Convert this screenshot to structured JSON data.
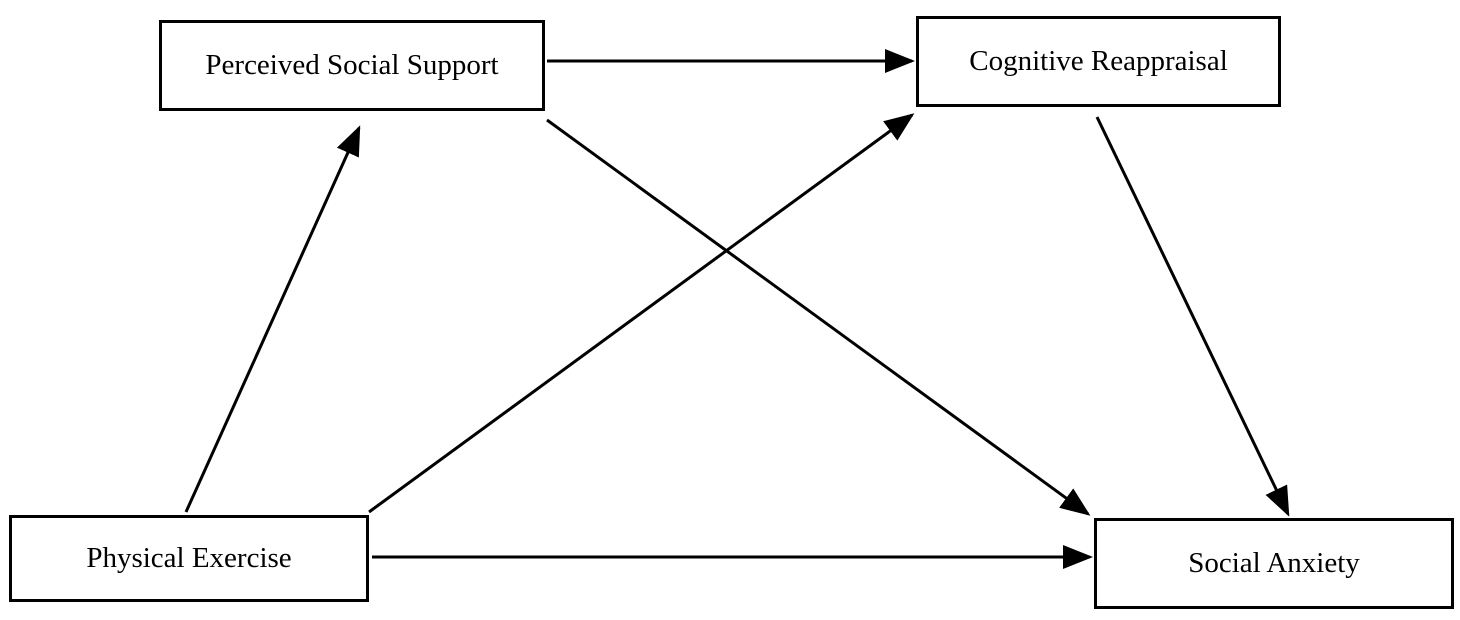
{
  "nodes": {
    "perceived_social_support": "Perceived Social Support",
    "cognitive_reappraisal": "Cognitive Reappraisal",
    "physical_exercise": "Physical Exercise",
    "social_anxiety": "Social Anxiety"
  },
  "edges": [
    {
      "from": "physical_exercise",
      "to": "perceived_social_support"
    },
    {
      "from": "physical_exercise",
      "to": "cognitive_reappraisal"
    },
    {
      "from": "physical_exercise",
      "to": "social_anxiety"
    },
    {
      "from": "perceived_social_support",
      "to": "cognitive_reappraisal"
    },
    {
      "from": "perceived_social_support",
      "to": "social_anxiety"
    },
    {
      "from": "cognitive_reappraisal",
      "to": "social_anxiety"
    }
  ],
  "colors": {
    "stroke": "#000000",
    "background": "#ffffff"
  }
}
